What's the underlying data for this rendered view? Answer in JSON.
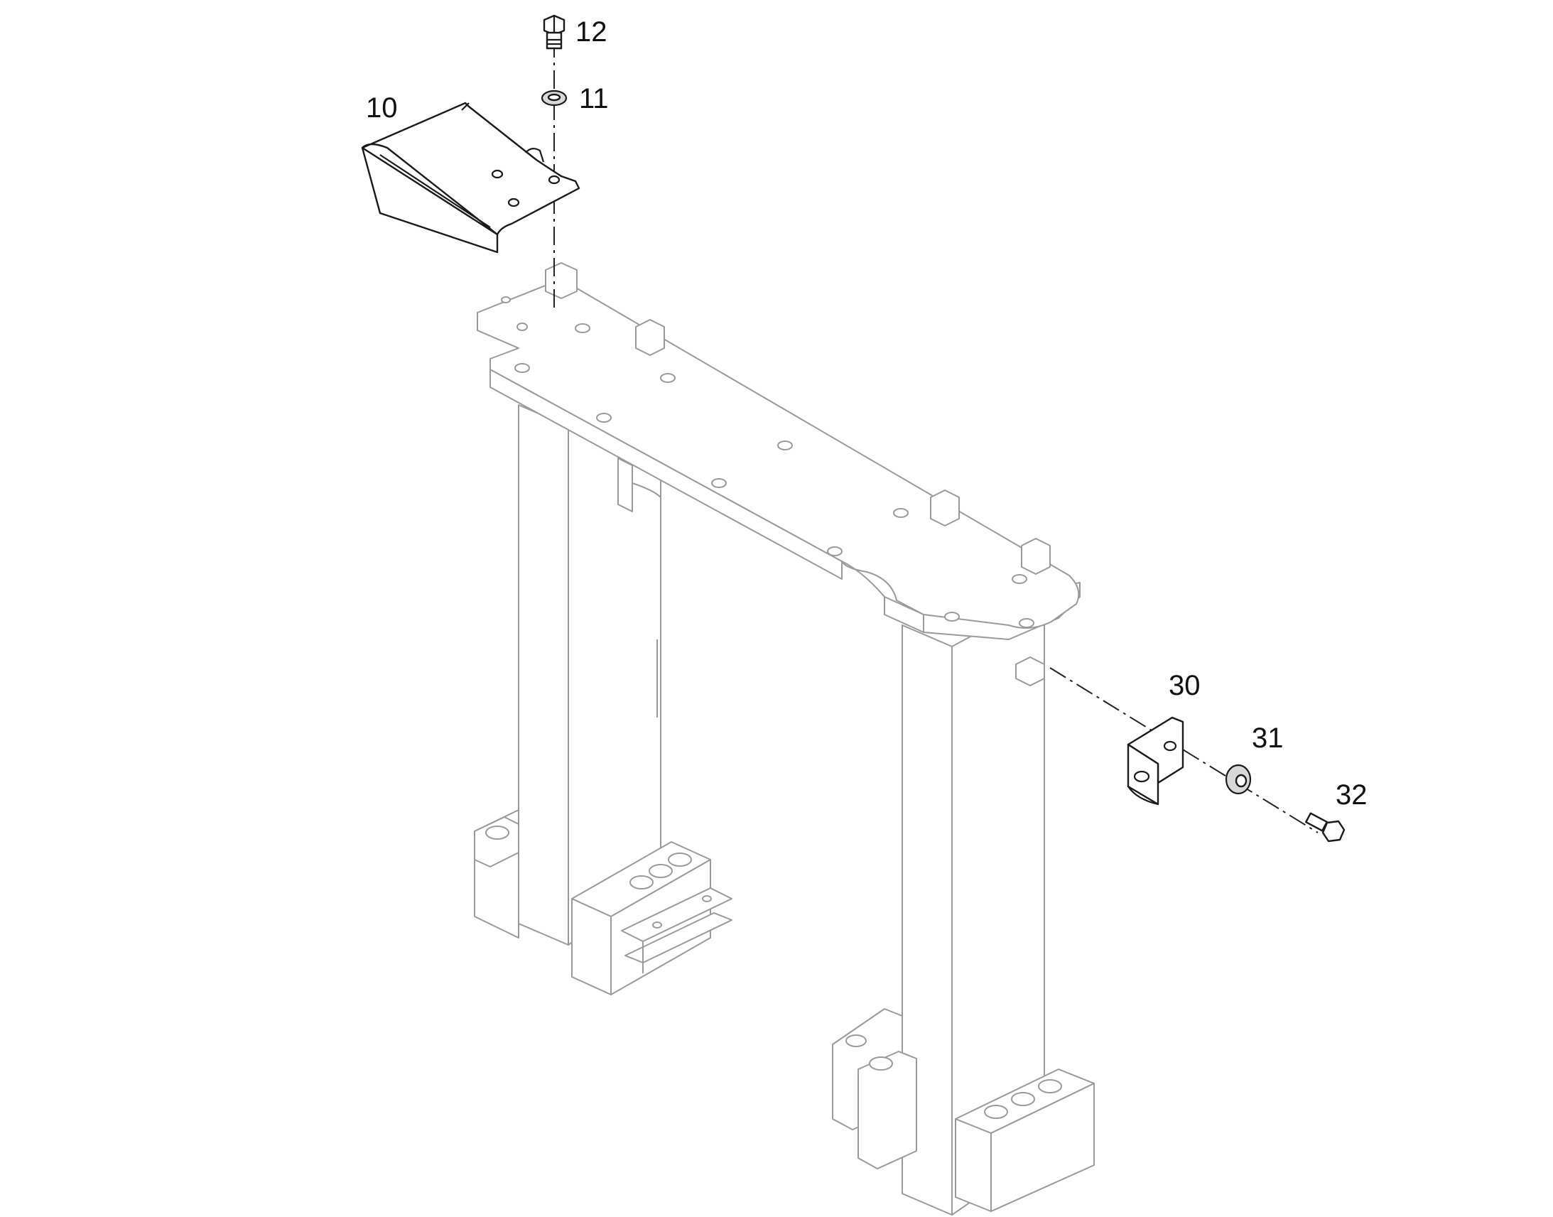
{
  "callouts": {
    "c10": "10",
    "c11": "11",
    "c12": "12",
    "c30": "30",
    "c31": "31",
    "c32": "32"
  }
}
